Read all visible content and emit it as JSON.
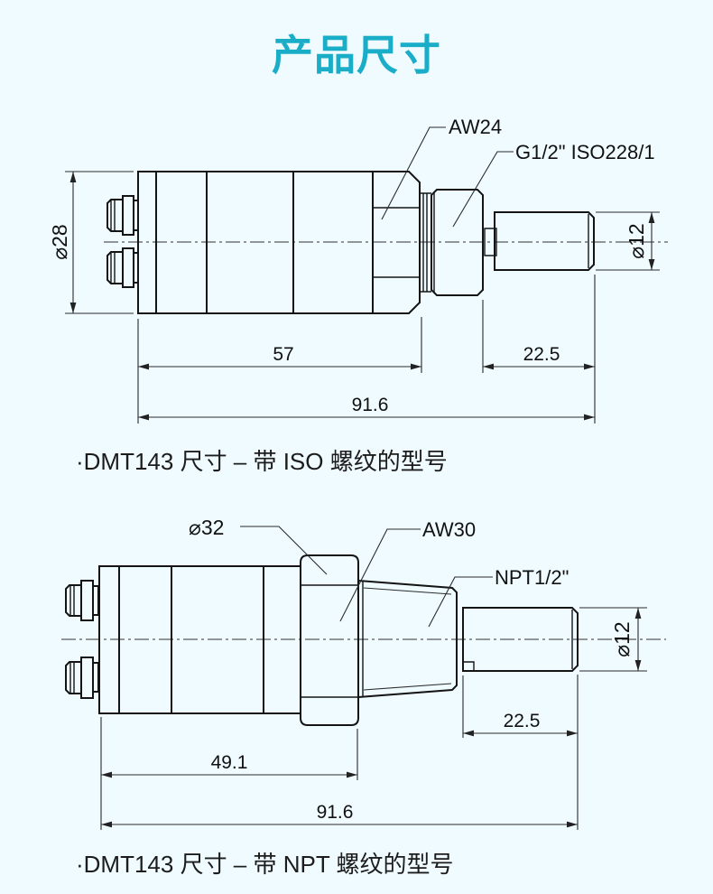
{
  "page": {
    "background_color": "#effbff",
    "accent_color": "#1aadc8",
    "title": "产品尺寸"
  },
  "iso": {
    "label_hex": "AW24",
    "label_thread": "G1/2\" ISO228/1",
    "dia_body": "⌀28",
    "dia_tube": "⌀12",
    "dim_body_length": "57",
    "dim_tube_length": "22.5",
    "dim_total_length": "91.6",
    "caption": "·DMT143 尺寸 – 带 ISO 螺纹的型号"
  },
  "npt": {
    "dia_hex": "⌀32",
    "label_hex": "AW30",
    "label_thread": "NPT1/2\"",
    "dia_tube": "⌀12",
    "dim_body_length": "49.1",
    "dim_tube_length": "22.5",
    "dim_total_length": "91.6",
    "caption": "·DMT143 尺寸 – 带 NPT 螺纹的型号"
  }
}
